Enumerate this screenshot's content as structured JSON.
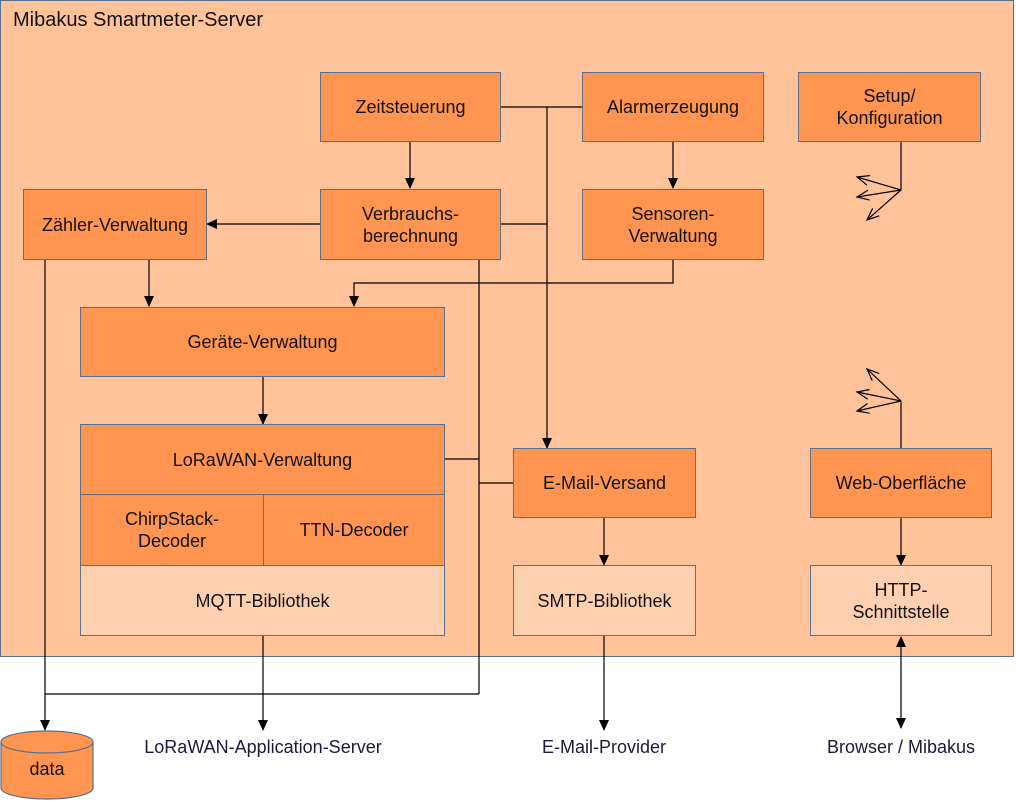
{
  "title": "Mibakus Smartmeter-Server",
  "boxes": {
    "zeitsteuerung": "Zeitsteuerung",
    "alarmerzeugung": "Alarmerzeugung",
    "setup": "Setup/\nKonfiguration",
    "zaehler": "Zähler-Verwaltung",
    "verbrauch": "Verbrauchs-\nberechnung",
    "sensoren": "Sensoren-\nVerwaltung",
    "geraete": "Geräte-Verwaltung",
    "lorawan": "LoRaWAN-Verwaltung",
    "chirpstack": "ChirpStack-\nDecoder",
    "ttn": "TTN-Decoder",
    "mqtt": "MQTT-Bibliothek",
    "email": "E-Mail-Versand",
    "smtp": "SMTP-Bibliothek",
    "web": "Web-Oberfläche",
    "http": "HTTP-\nSchnittstelle"
  },
  "external": {
    "data": "data",
    "lorawan_server": "LoRaWAN-Application-Server",
    "email_provider": "E-Mail-Provider",
    "browser": "Browser / Mibakus"
  },
  "colors": {
    "container": "#ffc299",
    "component": "#ff9550",
    "library": "#ffd0b0",
    "border": "#5a6f8a"
  }
}
